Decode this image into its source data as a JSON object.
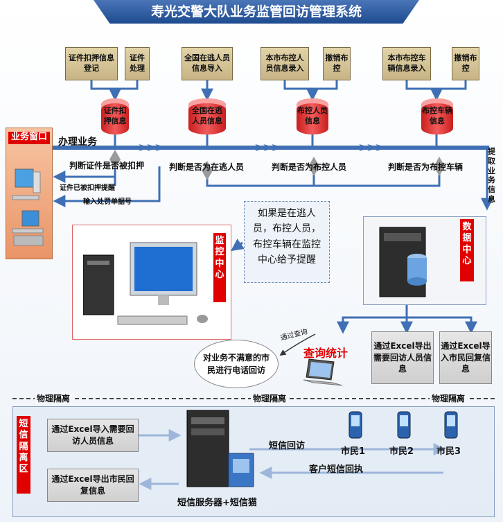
{
  "title": "寿光交警大队业务监管回访管理系统",
  "top_boxes": {
    "b1": "证件扣押信息登记",
    "b2": "证件处理",
    "b3": "全国在逃人员信息导入",
    "b4": "本市布控人员信息录入",
    "b5": "撤销布控",
    "b6": "本市布控车辆信息录入",
    "b7": "撤销布控"
  },
  "cylinders": {
    "c1": "证件扣押信息",
    "c2": "全国在逃人员信息",
    "c3": "布控人员信息",
    "c4": "布控车辆信息"
  },
  "business_window": "业务窗口",
  "handle_business": "办理业务",
  "judges": {
    "j1": "判断证件是否被扣押",
    "j2": "判断是否为在逃人员",
    "j3": "判断是否为布控人员",
    "j4": "判断是否为布控车辆"
  },
  "detained_alert": "证件已被扣押提醒",
  "input_ticket": "输入处罚单据号",
  "fetch_info": [
    "提",
    "取",
    "业",
    "务",
    "信",
    "息"
  ],
  "reminder": "如果是在逃人员，布控人员，布控车辆在监控中心给予提醒",
  "monitor_center": [
    "监",
    "控",
    "中",
    "心"
  ],
  "data_center": [
    "数",
    "据",
    "中",
    "心"
  ],
  "query_via": "通过查询",
  "query_stats": "查询统计",
  "phone_visit": "对业务不满意的市民进行电话回访",
  "excel_export_top": "通过Excel导出需要回访人员信息",
  "excel_import_top": "通过Excel导入市民回复信息",
  "isolation_labels": [
    "物理隔离",
    "物理隔离",
    "物理隔离"
  ],
  "sms_isolation": [
    "短",
    "信",
    "隔",
    "离",
    "区"
  ],
  "excel_import_bottom": "通过Excel导入需要回访人员信息",
  "excel_export_bottom": "通过Excel导出市民回复信息",
  "sms_visit": "短信回访",
  "citizens": [
    "市民1",
    "市民2",
    "市民3"
  ],
  "customer_reply": "客户短信回执",
  "sms_server": "短信服务器+短信猫"
}
